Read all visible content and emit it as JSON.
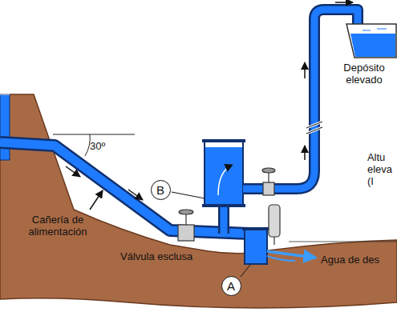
{
  "diagram": {
    "nodes": [
      {
        "text": [
          "B"
        ]
      },
      {
        "text": [
          "A"
        ]
      }
    ],
    "labels": [
      "Depósito elevado",
      "30º",
      "Altu eleva (I",
      "Cañería de alimentación",
      "Válvula esclusa",
      "Agua de des"
    ]
  }
}
